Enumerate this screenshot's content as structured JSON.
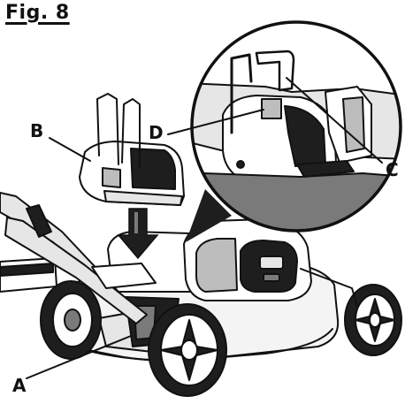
{
  "figure": {
    "title": "Fig. 8",
    "callouts": {
      "a": "A",
      "b": "B",
      "c": "C",
      "d": "D"
    }
  },
  "colors": {
    "ink": "#111111",
    "paper": "#ffffff",
    "fill_light": "#e6e6e6",
    "fill_mid": "#bdbdbd",
    "fill_dark": "#7a7a7a",
    "fill_black": "#1e1e1e"
  }
}
